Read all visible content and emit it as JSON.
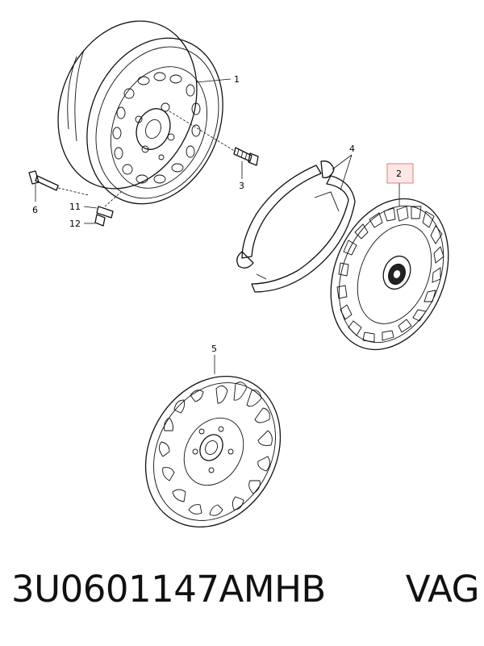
{
  "callouts": {
    "c1": "1",
    "c2": "2",
    "c3": "3",
    "c4": "4",
    "c5": "5",
    "c6": "6",
    "c11": "11",
    "c12": "12"
  },
  "highlight_color": "#e87a7a",
  "caption": {
    "part_number": "3U0601147AMHB",
    "brand": "VAG"
  }
}
